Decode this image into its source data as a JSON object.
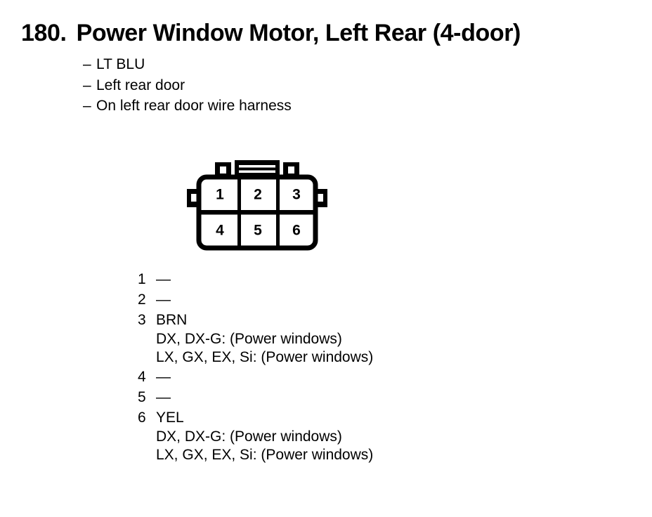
{
  "page": {
    "background_color": "#ffffff",
    "ink_color": "#000000"
  },
  "header": {
    "number": "180.",
    "title": "Power Window Motor, Left Rear (4-door)"
  },
  "notes": [
    {
      "marker": "–",
      "text": "LT BLU"
    },
    {
      "marker": "–",
      "text": "Left rear door"
    },
    {
      "marker": "–",
      "text": "On left rear door wire harness"
    }
  ],
  "connector": {
    "name": "6-pin connector",
    "rows": 2,
    "columns": 3,
    "cells": [
      {
        "pin": "1"
      },
      {
        "pin": "2"
      },
      {
        "pin": "3"
      },
      {
        "pin": "4"
      },
      {
        "pin": "5"
      },
      {
        "pin": "6"
      }
    ]
  },
  "pinout": [
    {
      "pin": "1",
      "wire": "—",
      "notes": []
    },
    {
      "pin": "2",
      "wire": "—",
      "notes": []
    },
    {
      "pin": "3",
      "wire": "BRN",
      "notes": [
        "DX, DX-G: (Power windows)",
        "LX, GX, EX, Si: (Power windows)"
      ]
    },
    {
      "pin": "4",
      "wire": "—",
      "notes": []
    },
    {
      "pin": "5",
      "wire": "—",
      "notes": []
    },
    {
      "pin": "6",
      "wire": "YEL",
      "notes": [
        "DX, DX-G: (Power windows)",
        "LX, GX, EX, Si: (Power windows)"
      ]
    }
  ]
}
